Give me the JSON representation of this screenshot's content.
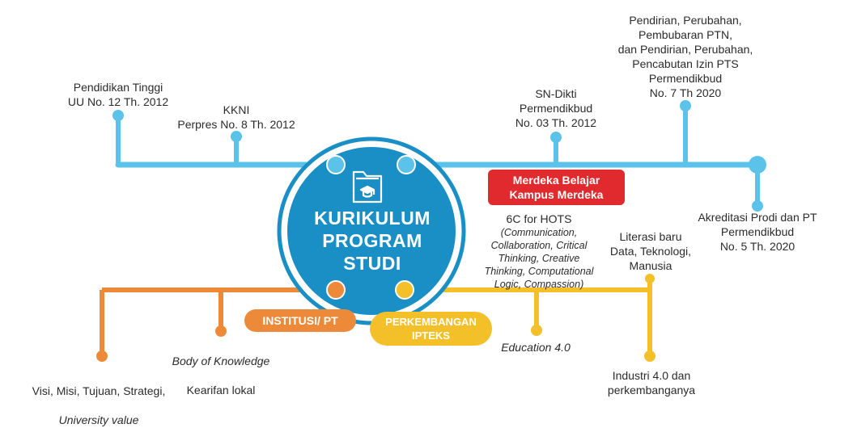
{
  "colors": {
    "blue_line": "#5bc2ea",
    "blue_circle": "#1a8fc6",
    "orange": "#ec8a3a",
    "yellow": "#f4c02a",
    "red": "#e12a2e"
  },
  "center": {
    "title": "KURIKULUM\nPROGRAM\nSTUDI",
    "icon": "folder-graduation-cap-icon"
  },
  "top_labels": {
    "pendidikan_tinggi": "Pendidikan Tinggi\nUU No. 12 Th. 2012",
    "kkni": "KKNI\nPerpres No. 8 Th. 2012",
    "sn_dikti": "SN-Dikti\nPermendikbud\nNo. 03 Th. 2012",
    "pendirian": "Pendirian, Perubahan,\nPembubaran PTN,\ndan Pendirian, Perubahan,\nPencabutan Izin PTS\nPermendikbud\nNo. 7 Th 2020",
    "akreditasi": "Akreditasi Prodi dan PT\nPermendikbud\nNo. 5 Th. 2020"
  },
  "merdeka_badge": "Merdeka Belajar\nKampus Merdeka",
  "middle_labels": {
    "hots_title": "6C for HOTS",
    "hots_detail": "(Communication,\nCollaboration, Critical\nThinking, Creative\nThinking, Computational\nLogic, Compassion)",
    "literasi": "Literasi baru\nData, Teknologi,\nManusia"
  },
  "bottom_pills": {
    "institusi": "INSTITUSI/ PT",
    "perkembangan": "PERKEMBANGAN\nIPTEKS"
  },
  "bottom_labels": {
    "visi_main": "Visi, Misi, Tujuan, Strategi,",
    "visi_italic": "University value",
    "body_italic": "Body of Knowledge",
    "body_main": "Kearifan lokal",
    "education": "Education 4.0",
    "industri": "Industri 4.0 dan\nperkembanganya"
  }
}
